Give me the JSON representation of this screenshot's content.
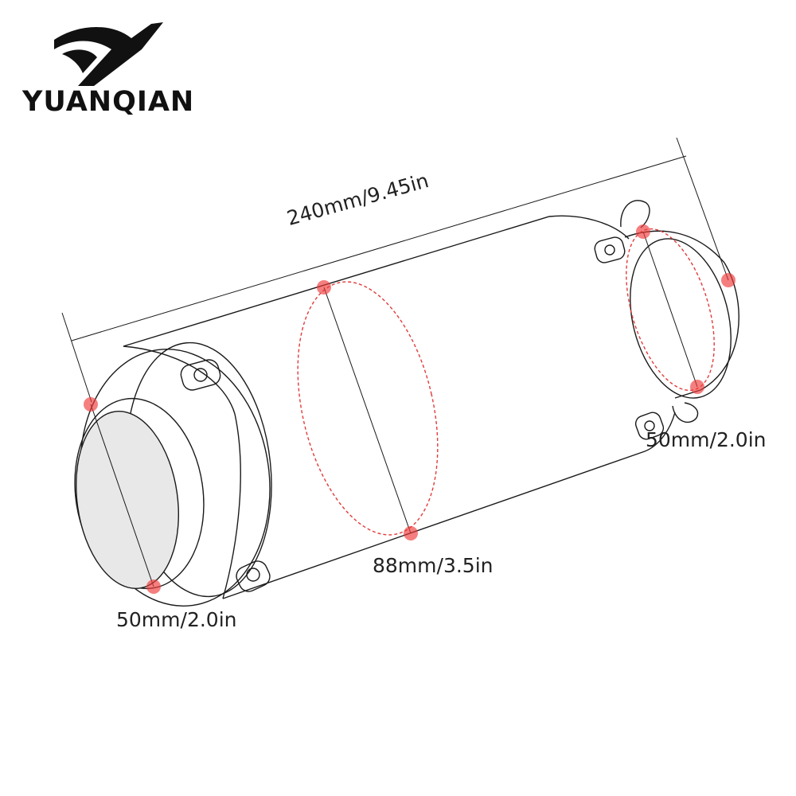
{
  "brand": {
    "name": "YUANQIAN",
    "logo_icon": "stylized-y-swoosh-icon"
  },
  "dimensions": {
    "overall_length": "240mm/9.45in",
    "body_diameter": "88mm/3.5in",
    "inlet_diameter": "50mm/2.0in",
    "outlet_diameter": "50mm/2.0in"
  },
  "colors": {
    "outline": "#1a1a1a",
    "marker": "#f03a3a",
    "guide": "#e23b3b",
    "inlet_fill": "#e8e8e8"
  }
}
